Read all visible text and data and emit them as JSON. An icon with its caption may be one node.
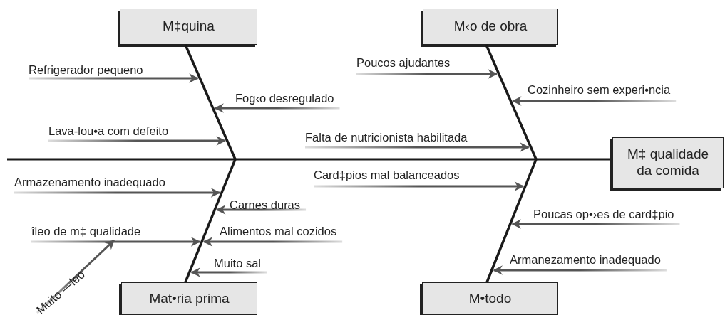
{
  "diagram": {
    "nodes": [
      {
        "text": [
          "M‡quina"
        ]
      },
      {
        "text": [
          "M‹o de obra"
        ]
      },
      {
        "text": [
          "Refrigerador pequeno"
        ]
      },
      {
        "text": [
          "Poucos ajudantes"
        ]
      },
      {
        "text": [
          "Fog‹o desregulado"
        ]
      },
      {
        "text": [
          "Cozinheiro sem experi•ncia"
        ]
      },
      {
        "text": [
          "Lava-lou•a com defeito"
        ]
      },
      {
        "text": [
          "Falta de nutricionista habilitada"
        ]
      },
      {
        "text": [
          "M‡ qualidade da comida"
        ]
      },
      {
        "text": [
          "Armazenamento inadequado"
        ]
      },
      {
        "text": [
          "Card‡pios mal balanceados"
        ]
      },
      {
        "text": [
          "Carnes duras"
        ]
      },
      {
        "text": [
          "îleo de m‡ qualidade"
        ]
      },
      {
        "text": [
          "Alimentos mal cozidos"
        ]
      },
      {
        "text": [
          "Muito sal"
        ]
      },
      {
        "text": [
          "Muito —leo"
        ]
      },
      {
        "text": [
          "Poucas op•›es de card‡pio"
        ]
      },
      {
        "text": [
          "Armanezamento inadequado"
        ]
      },
      {
        "text": [
          "Mat•ria prima"
        ]
      },
      {
        "text": [
          "M•todo"
        ]
      },
      {
        "text": [],
        "shape": "line"
      },
      {
        "text": [],
        "shape": "line"
      },
      {
        "text": [],
        "shape": "line"
      },
      {
        "text": [],
        "shape": "line"
      }
    ],
    "edges": [
      {
        "from": null,
        "to": 8,
        "arrow": "none",
        "color": "#1a1a1a"
      },
      {
        "from": 2,
        "to": 20,
        "arrow": "to"
      },
      {
        "from": 3,
        "to": 21,
        "arrow": "to"
      },
      {
        "from": 4,
        "to": 20,
        "arrow": "to"
      },
      {
        "from": 5,
        "to": 21,
        "arrow": "to"
      },
      {
        "from": 6,
        "to": 20,
        "arrow": "to"
      },
      {
        "from": 7,
        "to": 21,
        "arrow": "to"
      },
      {
        "from": 9,
        "to": 22,
        "arrow": "to"
      },
      {
        "from": 10,
        "to": 23,
        "arrow": "to"
      },
      {
        "from": 11,
        "to": 22,
        "arrow": "to"
      },
      {
        "from": 12,
        "to": 22,
        "arrow": "to"
      },
      {
        "from": 13,
        "to": 22,
        "arrow": "to"
      },
      {
        "from": 14,
        "to": 22,
        "arrow": "to"
      },
      {
        "from": 15,
        "to": 12,
        "arrow": "to"
      },
      {
        "from": 16,
        "to": 23,
        "arrow": "to"
      },
      {
        "from": 17,
        "to": 23,
        "arrow": "to"
      }
    ]
  }
}
